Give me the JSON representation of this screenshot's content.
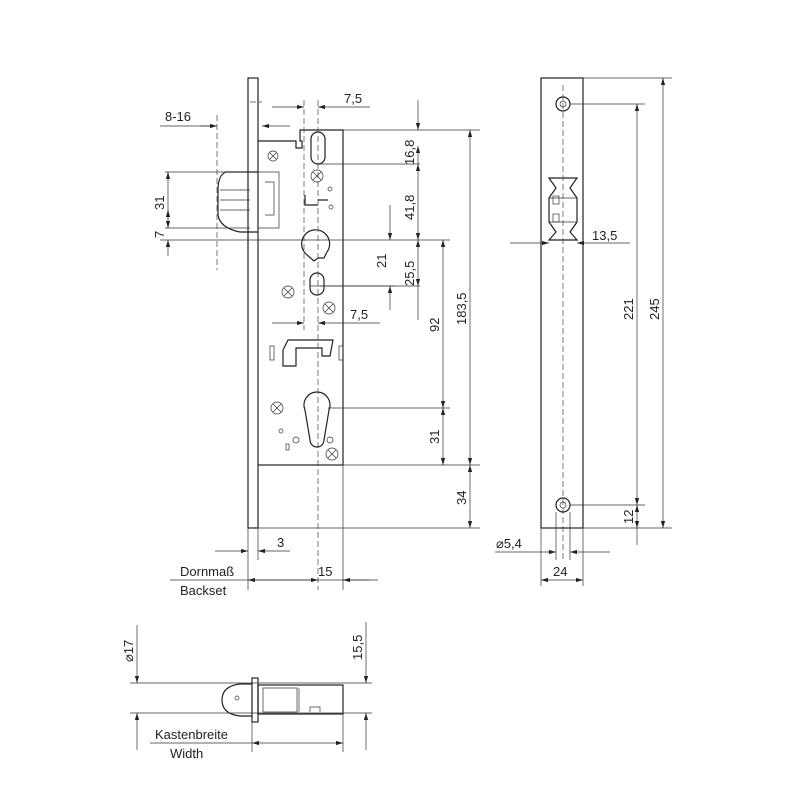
{
  "title": "Mortise lock technical drawing",
  "front_view": {
    "dims": {
      "latch_projection": "8-16",
      "top_offset": "7,5",
      "latch_height": "31",
      "latch_offset": "7",
      "top_to_screw": "16,8",
      "screw_to_follower": "41,8",
      "follower_to_slot": "21",
      "follower_to_screw": "25,5",
      "slot_offset": "7,5",
      "follower_to_cylinder": "92",
      "case_height": "183,5",
      "cylinder_to_bottom": "31",
      "bottom_to_plate": "34",
      "plate_thickness": "3",
      "backset_offset": "15"
    },
    "backset_label_de": "Dornmaß",
    "backset_label_en": "Backset"
  },
  "side_view": {
    "dims": {
      "latch_width": "13,5",
      "hole_spacing": "221",
      "plate_length": "245",
      "hole_edge": "12",
      "hole_diameter": "⌀5,4",
      "plate_width": "24"
    }
  },
  "bottom_view": {
    "dims": {
      "roller_diameter": "⌀17",
      "case_thickness": "15,5"
    },
    "width_label_de": "Kastenbreite",
    "width_label_en": "Width"
  }
}
